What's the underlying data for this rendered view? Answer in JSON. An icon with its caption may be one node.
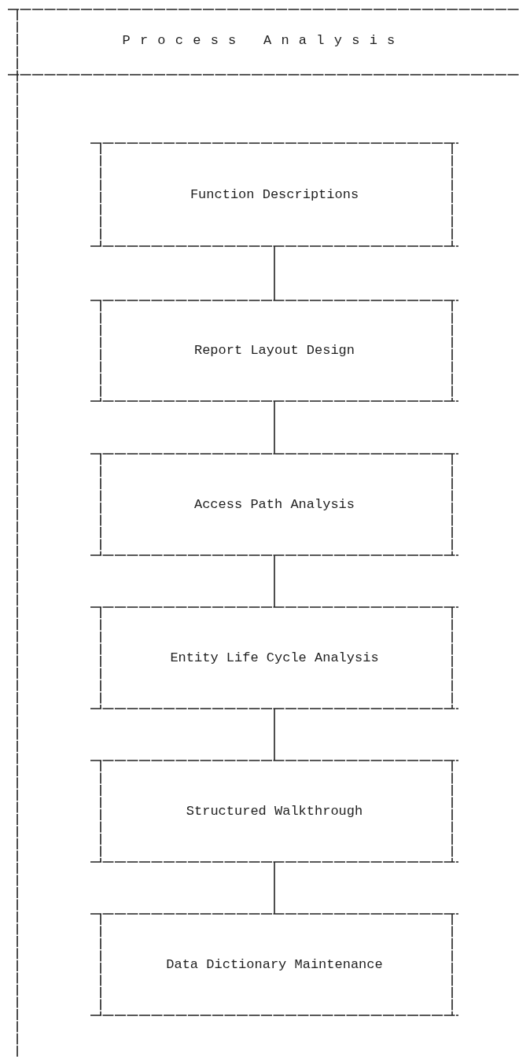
{
  "diagram": {
    "nodes": [
      {
        "text": [
          "Process Analysis"
        ]
      },
      {
        "text": [
          "Function Descriptions"
        ],
        "in": 0
      },
      {
        "text": [
          "Report Layout Design"
        ],
        "in": 0
      },
      {
        "text": [
          "Access Path Analysis"
        ],
        "in": 0
      },
      {
        "text": [
          "Entity Life Cycle Analysis"
        ],
        "in": 0
      },
      {
        "text": [
          "Structured Walkthrough"
        ],
        "in": 0
      },
      {
        "text": [
          "Data Dictionary Maintenance"
        ],
        "in": 0
      }
    ],
    "edges": [
      {
        "from": 1,
        "to": 2,
        "arrow": "none"
      },
      {
        "from": 2,
        "to": 3,
        "arrow": "none"
      },
      {
        "from": 3,
        "to": 4,
        "arrow": "none"
      },
      {
        "from": 4,
        "to": 5,
        "arrow": "none"
      },
      {
        "from": 5,
        "to": 6,
        "arrow": "none"
      }
    ]
  }
}
